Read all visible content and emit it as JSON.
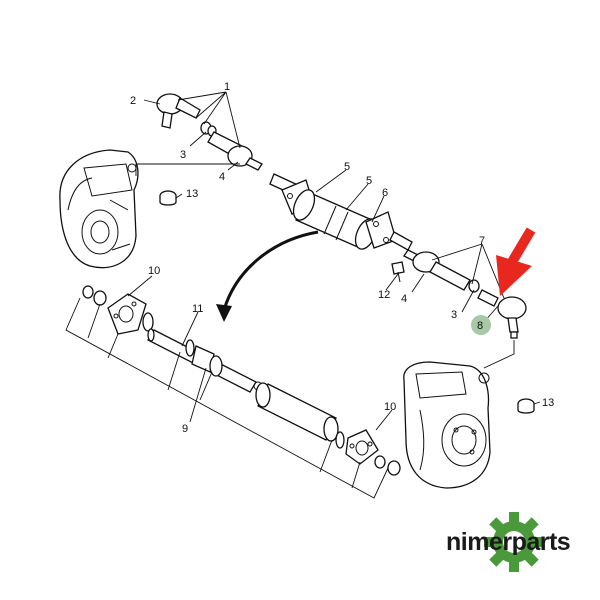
{
  "callouts": {
    "c1": "1",
    "c2": "2",
    "c3a": "3",
    "c4a": "4",
    "c5a": "5",
    "c5b": "5",
    "c6": "6",
    "c13a": "13",
    "c12": "12",
    "c4b": "4",
    "c7": "7",
    "c3b": "3",
    "c8": "8",
    "c10a": "10",
    "c11": "11",
    "c9": "9",
    "c10b": "10",
    "c13b": "13"
  },
  "highlight": {
    "callout": "8",
    "marker_color": "#a8c9a6",
    "arrow_color": "#e8281e"
  },
  "brand": {
    "text": "nimerparts",
    "gear_color": "#4a9a3c",
    "text_color": "#1a1a1a"
  }
}
